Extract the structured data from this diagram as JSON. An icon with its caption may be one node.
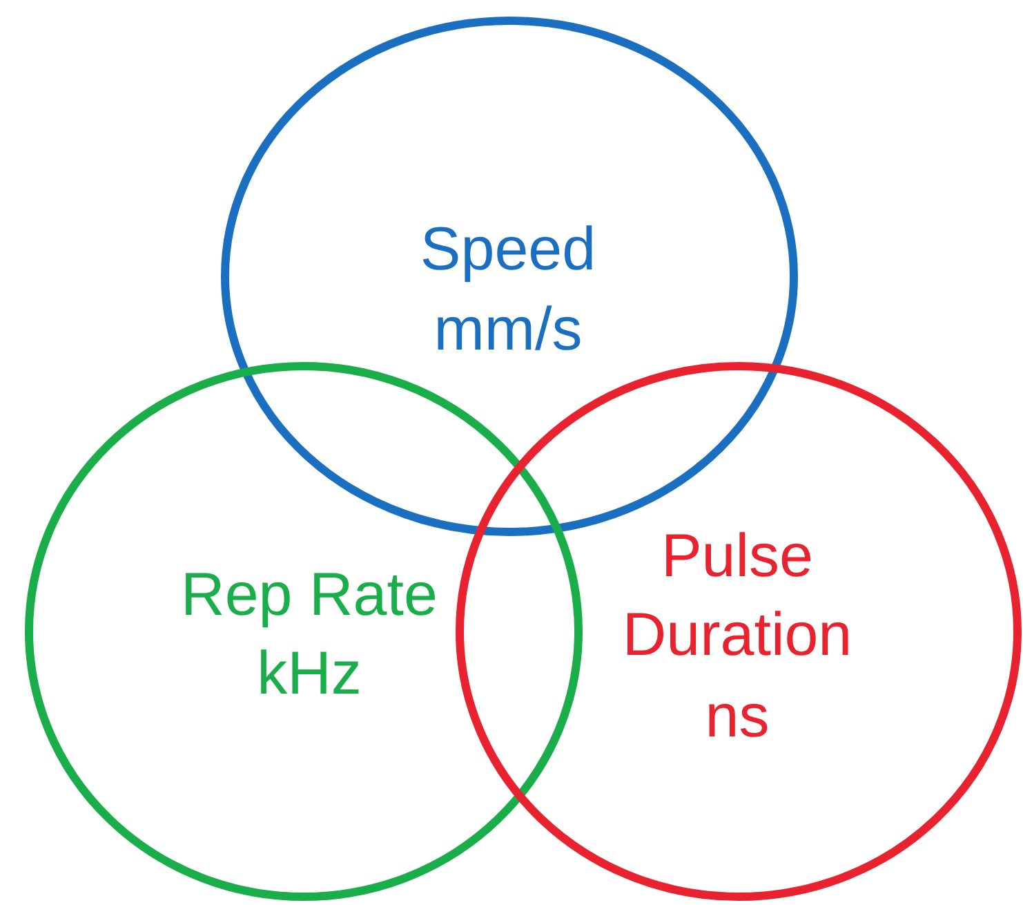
{
  "diagram": {
    "nodes": [
      {
        "text": [
          "Speed",
          "mm/s"
        ]
      },
      {
        "text": [
          "Rep Rate",
          "kHz"
        ]
      },
      {
        "text": [
          "Pulse Duration",
          "ns"
        ]
      }
    ]
  }
}
